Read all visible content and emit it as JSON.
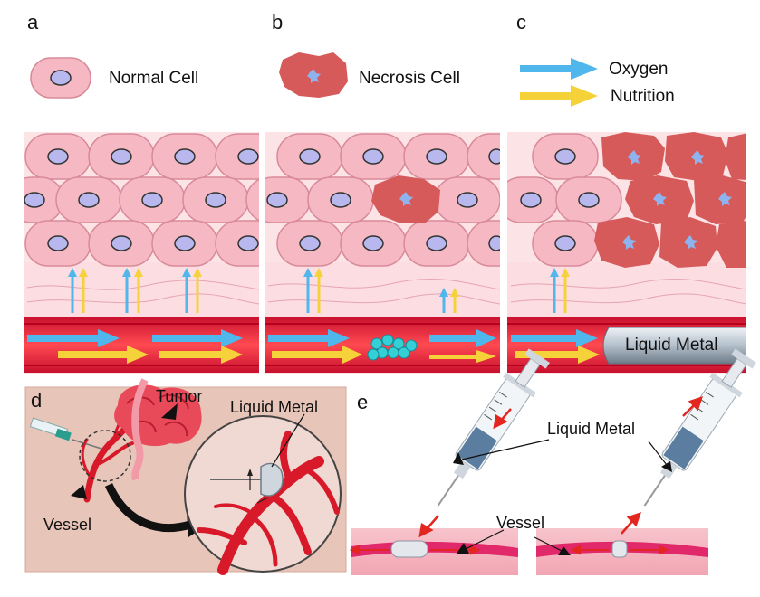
{
  "panels": {
    "a": {
      "letter": "a",
      "legend_label": "Normal Cell"
    },
    "b": {
      "letter": "b",
      "legend_label": "Necrosis Cell"
    },
    "c": {
      "letter": "c",
      "legend_oxygen": "Oxygen",
      "legend_nutrition": "Nutrition",
      "vessel_label": "Liquid Metal"
    },
    "d": {
      "letter": "d",
      "tumor_label": "Tumor",
      "liquid_metal_label": "Liquid Metal",
      "vessel_label": "Vessel"
    },
    "e": {
      "letter": "e",
      "liquid_metal_label": "Liquid Metal",
      "vessel_label": "Vessel"
    }
  },
  "colors": {
    "cell_fill": "#f6b9c4",
    "cell_stroke": "#d98a98",
    "nucleus": "#b8b8ee",
    "necrosis": "#d65a5a",
    "oxygen_arrow": "#4fb7ec",
    "nutrition_arrow": "#f6d23a",
    "vessel": "#e31e2a",
    "liquid_metal": "#a9b6c2",
    "panel_d_bg": "#e8c5b9"
  },
  "icons": [
    "syringe-icon",
    "tumor-icon",
    "magnifier-icon"
  ]
}
